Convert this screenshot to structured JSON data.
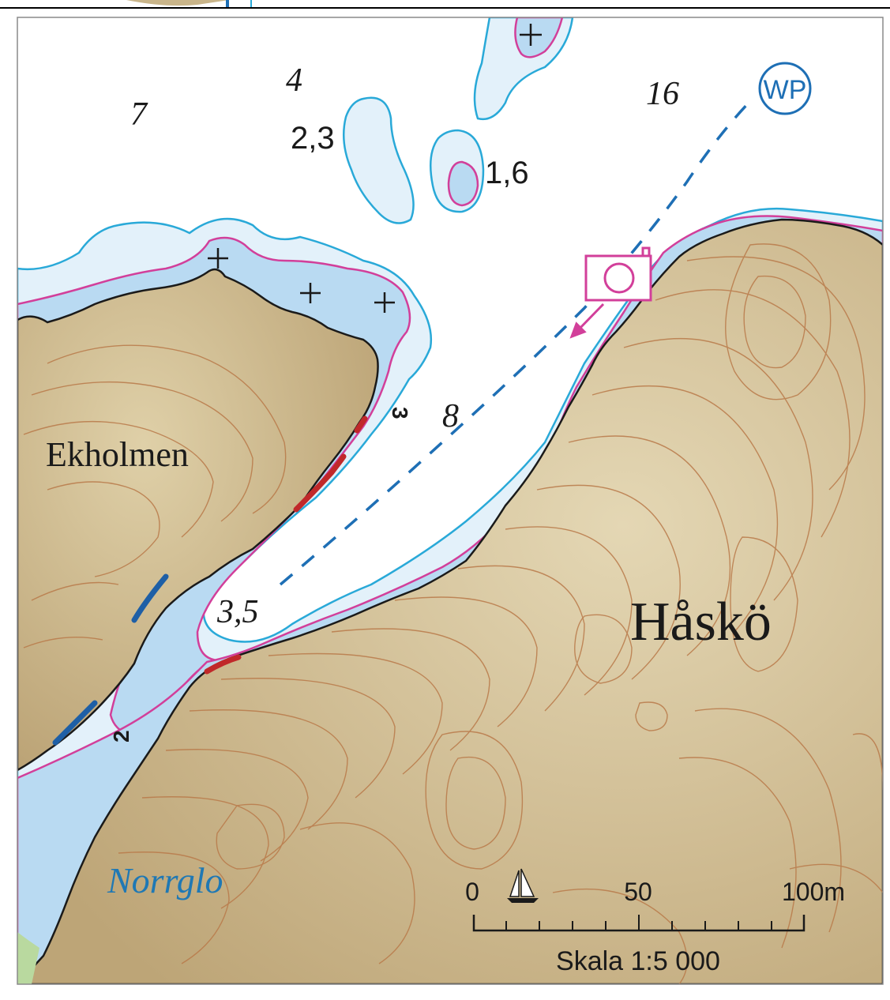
{
  "map": {
    "colors": {
      "land": "#cdb98f",
      "land_light": "#ddd0ac",
      "contour": "#b97a4a",
      "shallow_blue": "#b9daf2",
      "light_blue": "#e3f1fa",
      "depth_line": "#29a9d8",
      "danger_line": "#d23f9a",
      "coast": "#1a1a1a",
      "route": "#1e6fb5",
      "red_shore": "#c0282a",
      "blue_shore": "#1e5fa6",
      "waypoint": "#1e6fb5",
      "camera": "#d23f9a",
      "place_water": "#1f78b4",
      "frame": "#000000",
      "meadow": "#b9d99f"
    },
    "place_names": {
      "ekholmen": "Ekholmen",
      "hasko": "Håskö",
      "norrglo": "Norrglo"
    },
    "depths": {
      "d7": "7",
      "d4": "4",
      "d23": "2,3",
      "d16": "16",
      "d16b": "1,6",
      "d8": "8",
      "d35": "3,5",
      "d3": "3",
      "d2": "2"
    },
    "waypoint_label": "WP",
    "scale": {
      "tick_0": "0",
      "tick_50": "50",
      "tick_100": "100m",
      "caption": "Skala 1:5 000"
    },
    "icons": {
      "rock": "plus-rock-icon",
      "camera": "camera-icon",
      "boat": "sailboat-icon",
      "waypoint": "waypoint-icon"
    }
  }
}
